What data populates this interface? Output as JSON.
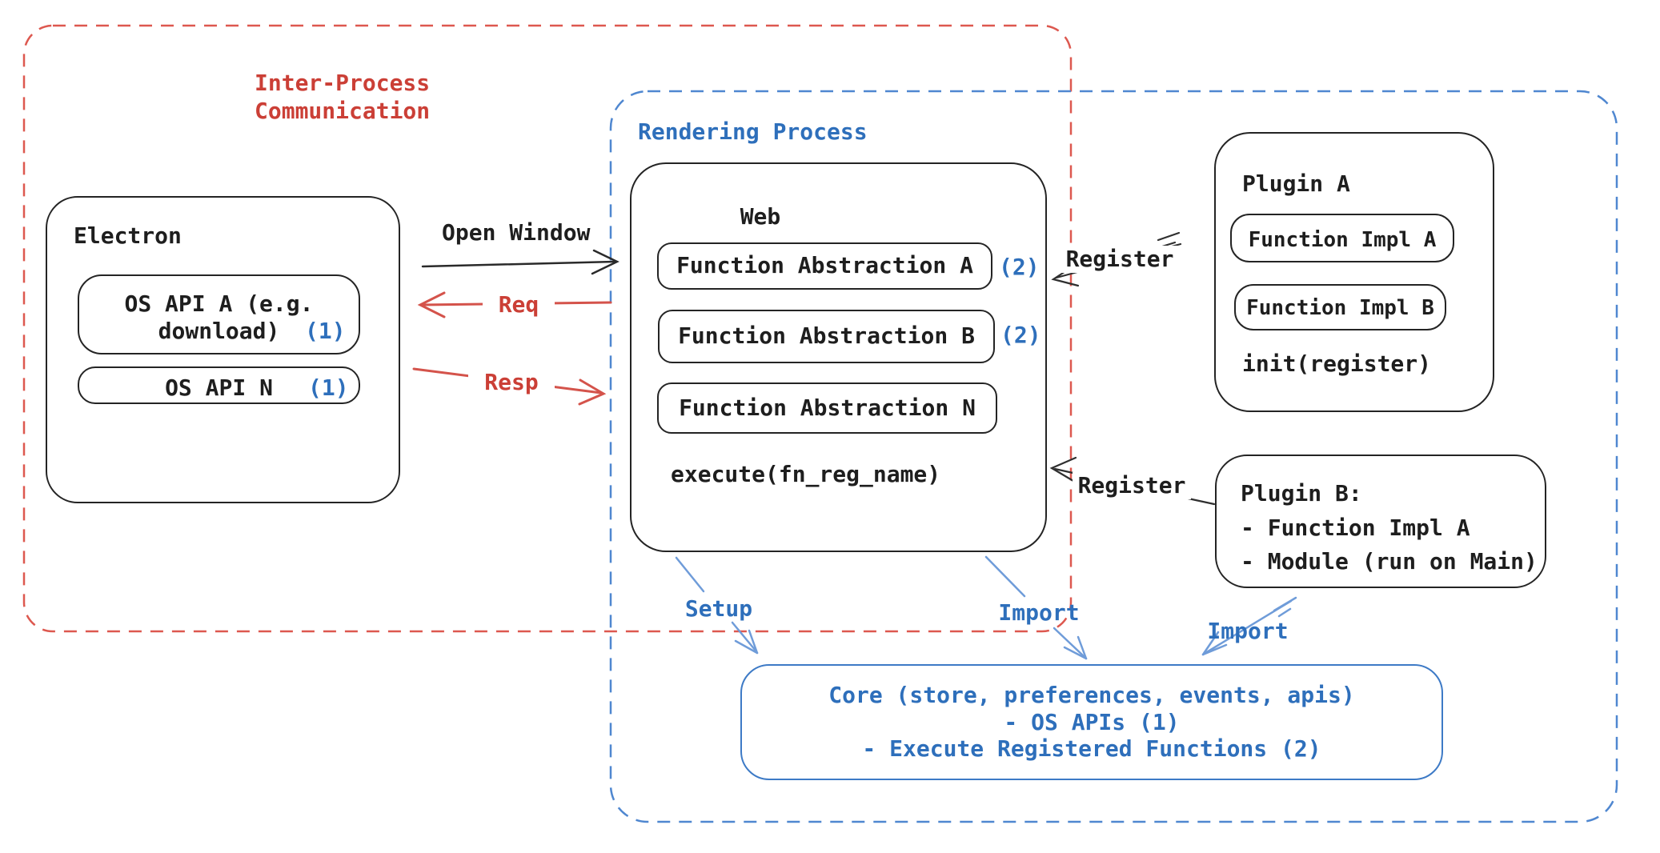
{
  "ipc_region": {
    "label_line1": "Inter-Process",
    "label_line2": "Communication"
  },
  "rendering_region": {
    "label": "Rendering Process"
  },
  "electron": {
    "title": "Electron",
    "api_a_line1": "OS API A (e.g.",
    "api_a_line2": "download)",
    "api_a_badge": "(1)",
    "api_n_label": "OS API N",
    "api_n_badge": "(1)"
  },
  "web": {
    "title": "Web",
    "abstraction_a": "Function Abstraction A",
    "abstraction_a_badge": "(2)",
    "abstraction_b": "Function Abstraction B",
    "abstraction_b_badge": "(2)",
    "abstraction_n": "Function Abstraction N",
    "execute": "execute(fn_reg_name)"
  },
  "plugin_a": {
    "title": "Plugin A",
    "impl_a": "Function Impl A",
    "impl_b": "Function Impl B",
    "init": "init(register)"
  },
  "plugin_b": {
    "title": "Plugin B:",
    "item_1": "- Function Impl A",
    "item_2": "- Module (run on Main)"
  },
  "core": {
    "line1": "Core (store, preferences, events, apis)",
    "line2": "- OS APIs (1)",
    "line3": "- Execute Registered Functions (2)"
  },
  "arrows": {
    "open_window": "Open Window",
    "req": "Req",
    "resp": "Resp",
    "register_plugin_a": "Register",
    "register_plugin_b": "Register",
    "setup": "Setup",
    "import_web": "Import",
    "import_plugin_b": "Import"
  },
  "colors": {
    "red_dash": "#dd584f",
    "red_text": "#cb3f36",
    "red_arrow": "#d4534b",
    "blue_dash": "#4f87d0",
    "blue_box": "#3d7ac6",
    "blue_text": "#2e6fbb",
    "blue_arrow": "#6f9cd9",
    "ink": "#2a2a2a"
  }
}
